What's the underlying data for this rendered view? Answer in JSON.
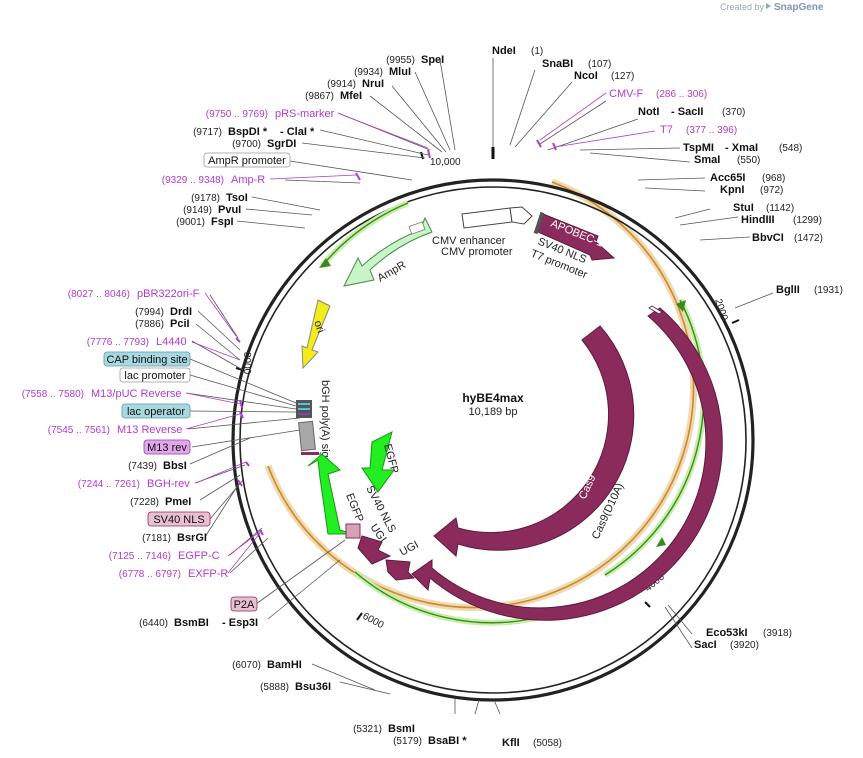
{
  "watermark": {
    "created_by": "Created by",
    "brand": "SnapGene"
  },
  "plasmid": {
    "name": "hyBE4max",
    "size": "10,189 bp"
  },
  "scale": [
    "10,000",
    "2000",
    "4000",
    "6000",
    "8000"
  ],
  "sites_top_left": [
    {
      "num": "(9955)",
      "name": "SpeI"
    },
    {
      "num": "(9934)",
      "name": "MluI"
    },
    {
      "num": "(9914)",
      "name": "NruI"
    },
    {
      "num": "(9867)",
      "name": "MfeI"
    }
  ],
  "sites_top_right": [
    {
      "name": "NdeI",
      "num": "(1)"
    },
    {
      "name": "SnaBI",
      "num": "(107)"
    },
    {
      "name": "NcoI",
      "num": "(127)"
    },
    {
      "name": "CMV-F",
      "num": "(286 .. 306)"
    },
    {
      "name": "NotI",
      "name2": "SacII",
      "num": "(370)"
    },
    {
      "name": "T7",
      "num": "(377 .. 396)"
    },
    {
      "name": "TspMI",
      "name2": "XmaI",
      "num": "(548)"
    },
    {
      "name": "SmaI",
      "num": "(550)"
    },
    {
      "name": "Acc65I",
      "num": "(968)"
    },
    {
      "name": "KpnI",
      "num": "(972)"
    },
    {
      "name": "StuI",
      "num": "(1142)"
    },
    {
      "name": "HindIII",
      "num": "(1299)"
    },
    {
      "name": "BbvCI",
      "num": "(1472)"
    },
    {
      "name": "BglII",
      "num": "(1931)"
    }
  ],
  "sites_left": [
    {
      "num": "(9750 .. 9769)",
      "name": "pRS-marker"
    },
    {
      "num": "(9717)",
      "name": "BspDI *",
      "name2": "ClaI *"
    },
    {
      "num": "(9700)",
      "name": "SgrDI"
    },
    {
      "box": "AmpR promoter"
    },
    {
      "num": "(9329 .. 9348)",
      "name": "Amp-R"
    },
    {
      "num": "(9178)",
      "name": "TsoI"
    },
    {
      "num": "(9149)",
      "name": "PvuI"
    },
    {
      "num": "(9001)",
      "name": "FspI"
    },
    {
      "num": "(8027 .. 8046)",
      "name": "pBR322ori-F"
    },
    {
      "num": "(7994)",
      "name": "DrdI"
    },
    {
      "num": "(7886)",
      "name": "PciI"
    },
    {
      "num": "(7776 .. 7793)",
      "name": "L4440"
    },
    {
      "box": "CAP binding site"
    },
    {
      "box": "lac promoter"
    },
    {
      "num": "(7558 .. 7580)",
      "name": "M13/pUC Reverse"
    },
    {
      "box": "lac operator"
    },
    {
      "num": "(7545 .. 7561)",
      "name": "M13 Reverse"
    },
    {
      "box": "M13 rev"
    },
    {
      "num": "(7439)",
      "name": "BbsI"
    },
    {
      "num": "(7244 .. 7261)",
      "name": "BGH-rev"
    },
    {
      "num": "(7228)",
      "name": "PmeI"
    },
    {
      "box": "SV40 NLS"
    },
    {
      "num": "(7181)",
      "name": "BsrGI"
    },
    {
      "num": "(7125 .. 7146)",
      "name": "EGFP-C"
    },
    {
      "num": "(6778 .. 6797)",
      "name": "EXFP-R"
    },
    {
      "box": "P2A"
    },
    {
      "num": "(6440)",
      "name": "BsmBI",
      "name2": "Esp3I"
    }
  ],
  "sites_bottom": [
    {
      "num": "(6070)",
      "name": "BamHI"
    },
    {
      "num": "(5888)",
      "name": "Bsu36I"
    },
    {
      "num": "(5321)",
      "name": "BsmI"
    },
    {
      "num": "(5179)",
      "name": "BsaBI *"
    },
    {
      "name": "KflI",
      "num": "(5058)"
    },
    {
      "name": "Eco53kI",
      "num": "(3918)"
    },
    {
      "name": "SacI",
      "num": "(3920)"
    }
  ],
  "features": {
    "apobec": "APOBEC-1",
    "cmv_enhancer": "CMV enhancer",
    "cmv_promoter": "CMV promoter",
    "sv40_nls": "SV40 NLS",
    "t7_promoter": "T7 promoter",
    "ampr": "AmpR",
    "ori": "ori",
    "bgh": "bGH poly(A) signal",
    "egfp_inner": "EGFP",
    "sv40_nls_inner": "SV40 NLS",
    "ugi_inner": "UGI",
    "egfp_outer": "EGFP",
    "ugi_outer": "UGI",
    "cas9": "Cas9",
    "cas9_d10a": "Cas9(D10A)"
  },
  "colors": {
    "backbone": "#222222",
    "cas9": "#8b2b5c",
    "egfp": "#22ee22",
    "ampr": "#c8f5c8",
    "ori": "#f2ec1a",
    "orf_ring": "#e3a24a",
    "orf_green": "#7ec84a",
    "primer": "#b03ad0"
  }
}
